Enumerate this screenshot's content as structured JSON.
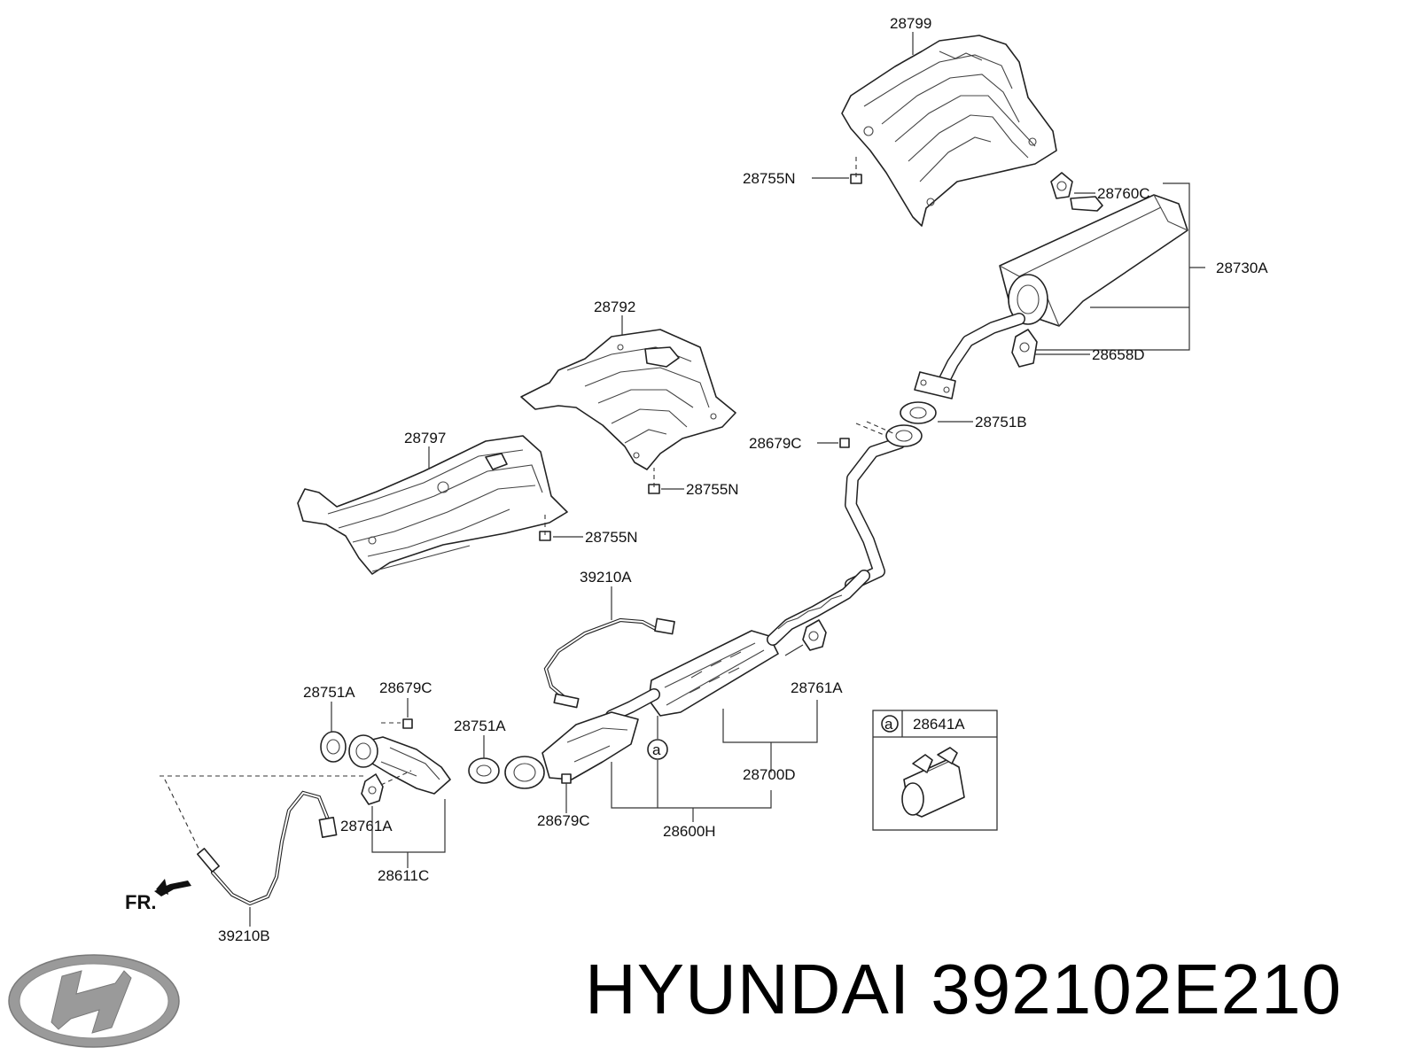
{
  "brand": "HYUNDAI",
  "part_number": "392102E210",
  "direction_label": "FR.",
  "detail_box": {
    "ref_symbol": "a",
    "part_label": "28641A"
  },
  "callout_symbol": "a",
  "labels": {
    "heat_shield_rear": "28799",
    "nut_rear": "28755N",
    "hanger_rear": "28760C",
    "muffler_assy": "28730A",
    "hanger_mid_rear": "28658D",
    "gasket_rear": "28751B",
    "nut_center": "28679C",
    "heat_shield_center": "28792",
    "nut_center_shield": "28755N",
    "heat_shield_front": "28797",
    "nut_front_shield": "28755N",
    "sensor_upper": "39210A",
    "hanger_center": "28761A",
    "gasket_manifold": "28751A",
    "nut_manifold": "28679C",
    "gasket_front": "28751A",
    "center_muffler": "28700D",
    "nut_front_pipe": "28679C",
    "front_pipe_assy": "28600H",
    "hanger_front": "28761A",
    "catalytic_converter": "28611C",
    "sensor_lower": "39210B"
  },
  "colors": {
    "ink": "#222222",
    "background": "#ffffff",
    "logo": "#9a9a9a"
  },
  "icons": {
    "logo": "hyundai-logo-icon",
    "direction": "forward-arrow-icon"
  }
}
